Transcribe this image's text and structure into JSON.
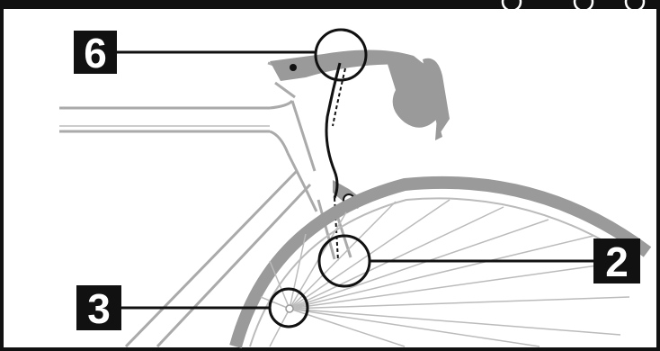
{
  "callouts": [
    {
      "label": "6",
      "points_to": "handlebar-cable-stop"
    },
    {
      "label": "2",
      "points_to": "fork-cable-guide"
    },
    {
      "label": "3",
      "points_to": "wheel-hub-spoke-magnet"
    }
  ],
  "colors": {
    "background": "#ffffff",
    "line": "#111111",
    "gray_part": "#9a9a9a",
    "light_line": "#b8b8b8",
    "callout_box": "#111111",
    "callout_text": "#ffffff"
  },
  "icons": [
    "pointer-circle-icon",
    "wheel-icon"
  ]
}
